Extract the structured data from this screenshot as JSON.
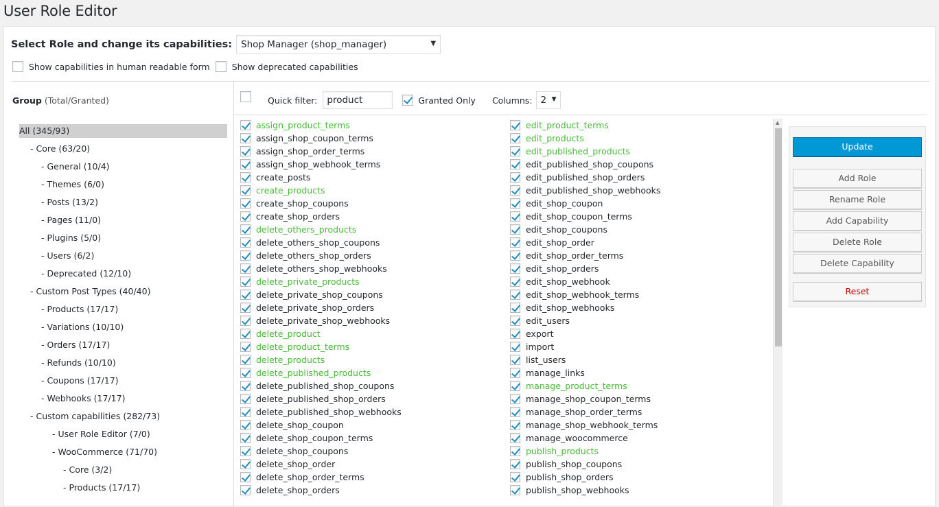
{
  "title": "User Role Editor",
  "role_select": {
    "label": "Select Role and change its capabilities:",
    "value": "Shop Manager (shop_manager)"
  },
  "options": {
    "human_readable": "Show capabilities in human readable form",
    "deprecated": "Show deprecated capabilities"
  },
  "groups": {
    "header_bold": "Group",
    "header_rest": "(Total/Granted)",
    "items": [
      {
        "label": "All (345/93)",
        "level": 0,
        "selected": true
      },
      {
        "label": "- Core (63/20)",
        "level": 1
      },
      {
        "label": "- General (10/4)",
        "level": 2
      },
      {
        "label": "- Themes (6/0)",
        "level": 2
      },
      {
        "label": "- Posts (13/2)",
        "level": 2
      },
      {
        "label": "- Pages (11/0)",
        "level": 2
      },
      {
        "label": "- Plugins (5/0)",
        "level": 2
      },
      {
        "label": "- Users (6/2)",
        "level": 2
      },
      {
        "label": "- Deprecated (12/10)",
        "level": 2
      },
      {
        "label": "- Custom Post Types (40/40)",
        "level": 1
      },
      {
        "label": "- Products (17/17)",
        "level": 2
      },
      {
        "label": "- Variations (10/10)",
        "level": 2
      },
      {
        "label": "- Orders (17/17)",
        "level": 2
      },
      {
        "label": "- Refunds (10/10)",
        "level": 2
      },
      {
        "label": "- Coupons (17/17)",
        "level": 2
      },
      {
        "label": "- Webhooks (17/17)",
        "level": 2
      },
      {
        "label": "- Custom capabilities (282/73)",
        "level": 1
      },
      {
        "label": "- User Role Editor (7/0)",
        "level": 3
      },
      {
        "label": "- WooCommerce (71/70)",
        "level": 3
      },
      {
        "label": "- Core (3/2)",
        "level": 4
      },
      {
        "label": "- Products (17/17)",
        "level": 4
      }
    ]
  },
  "toolbar": {
    "quick_filter_label": "Quick filter:",
    "quick_filter_value": "product",
    "granted_only": "Granted Only",
    "columns_label": "Columns:",
    "columns_value": "2"
  },
  "capabilities": {
    "col1": [
      {
        "name": "assign_product_terms",
        "green": true
      },
      {
        "name": "assign_shop_coupon_terms",
        "green": false
      },
      {
        "name": "assign_shop_order_terms",
        "green": false
      },
      {
        "name": "assign_shop_webhook_terms",
        "green": false
      },
      {
        "name": "create_posts",
        "green": false
      },
      {
        "name": "create_products",
        "green": true
      },
      {
        "name": "create_shop_coupons",
        "green": false
      },
      {
        "name": "create_shop_orders",
        "green": false
      },
      {
        "name": "delete_others_products",
        "green": true
      },
      {
        "name": "delete_others_shop_coupons",
        "green": false
      },
      {
        "name": "delete_others_shop_orders",
        "green": false
      },
      {
        "name": "delete_others_shop_webhooks",
        "green": false
      },
      {
        "name": "delete_private_products",
        "green": true
      },
      {
        "name": "delete_private_shop_coupons",
        "green": false
      },
      {
        "name": "delete_private_shop_orders",
        "green": false
      },
      {
        "name": "delete_private_shop_webhooks",
        "green": false
      },
      {
        "name": "delete_product",
        "green": true
      },
      {
        "name": "delete_product_terms",
        "green": true
      },
      {
        "name": "delete_products",
        "green": true
      },
      {
        "name": "delete_published_products",
        "green": true
      },
      {
        "name": "delete_published_shop_coupons",
        "green": false
      },
      {
        "name": "delete_published_shop_orders",
        "green": false
      },
      {
        "name": "delete_published_shop_webhooks",
        "green": false
      },
      {
        "name": "delete_shop_coupon",
        "green": false
      },
      {
        "name": "delete_shop_coupon_terms",
        "green": false
      },
      {
        "name": "delete_shop_coupons",
        "green": false
      },
      {
        "name": "delete_shop_order",
        "green": false
      },
      {
        "name": "delete_shop_order_terms",
        "green": false
      },
      {
        "name": "delete_shop_orders",
        "green": false
      }
    ],
    "col2": [
      {
        "name": "edit_product_terms",
        "green": true
      },
      {
        "name": "edit_products",
        "green": true
      },
      {
        "name": "edit_published_products",
        "green": true
      },
      {
        "name": "edit_published_shop_coupons",
        "green": false
      },
      {
        "name": "edit_published_shop_orders",
        "green": false
      },
      {
        "name": "edit_published_shop_webhooks",
        "green": false
      },
      {
        "name": "edit_shop_coupon",
        "green": false
      },
      {
        "name": "edit_shop_coupon_terms",
        "green": false
      },
      {
        "name": "edit_shop_coupons",
        "green": false
      },
      {
        "name": "edit_shop_order",
        "green": false
      },
      {
        "name": "edit_shop_order_terms",
        "green": false
      },
      {
        "name": "edit_shop_orders",
        "green": false
      },
      {
        "name": "edit_shop_webhook",
        "green": false
      },
      {
        "name": "edit_shop_webhook_terms",
        "green": false
      },
      {
        "name": "edit_shop_webhooks",
        "green": false
      },
      {
        "name": "edit_users",
        "green": false
      },
      {
        "name": "export",
        "green": false
      },
      {
        "name": "import",
        "green": false
      },
      {
        "name": "list_users",
        "green": false
      },
      {
        "name": "manage_links",
        "green": false
      },
      {
        "name": "manage_product_terms",
        "green": true
      },
      {
        "name": "manage_shop_coupon_terms",
        "green": false
      },
      {
        "name": "manage_shop_order_terms",
        "green": false
      },
      {
        "name": "manage_shop_webhook_terms",
        "green": false
      },
      {
        "name": "manage_woocommerce",
        "green": false
      },
      {
        "name": "publish_products",
        "green": true
      },
      {
        "name": "publish_shop_coupons",
        "green": false
      },
      {
        "name": "publish_shop_orders",
        "green": false
      },
      {
        "name": "publish_shop_webhooks",
        "green": false
      }
    ]
  },
  "actions": {
    "update": "Update",
    "add_role": "Add Role",
    "rename_role": "Rename Role",
    "add_capability": "Add Capability",
    "delete_role": "Delete Role",
    "delete_capability": "Delete Capability",
    "reset": "Reset"
  },
  "colors": {
    "granted_green": "#4ab93a",
    "primary_blue": "#0098d5",
    "reset_red": "#d60000",
    "checkmark_blue": "#1e8cbe"
  }
}
